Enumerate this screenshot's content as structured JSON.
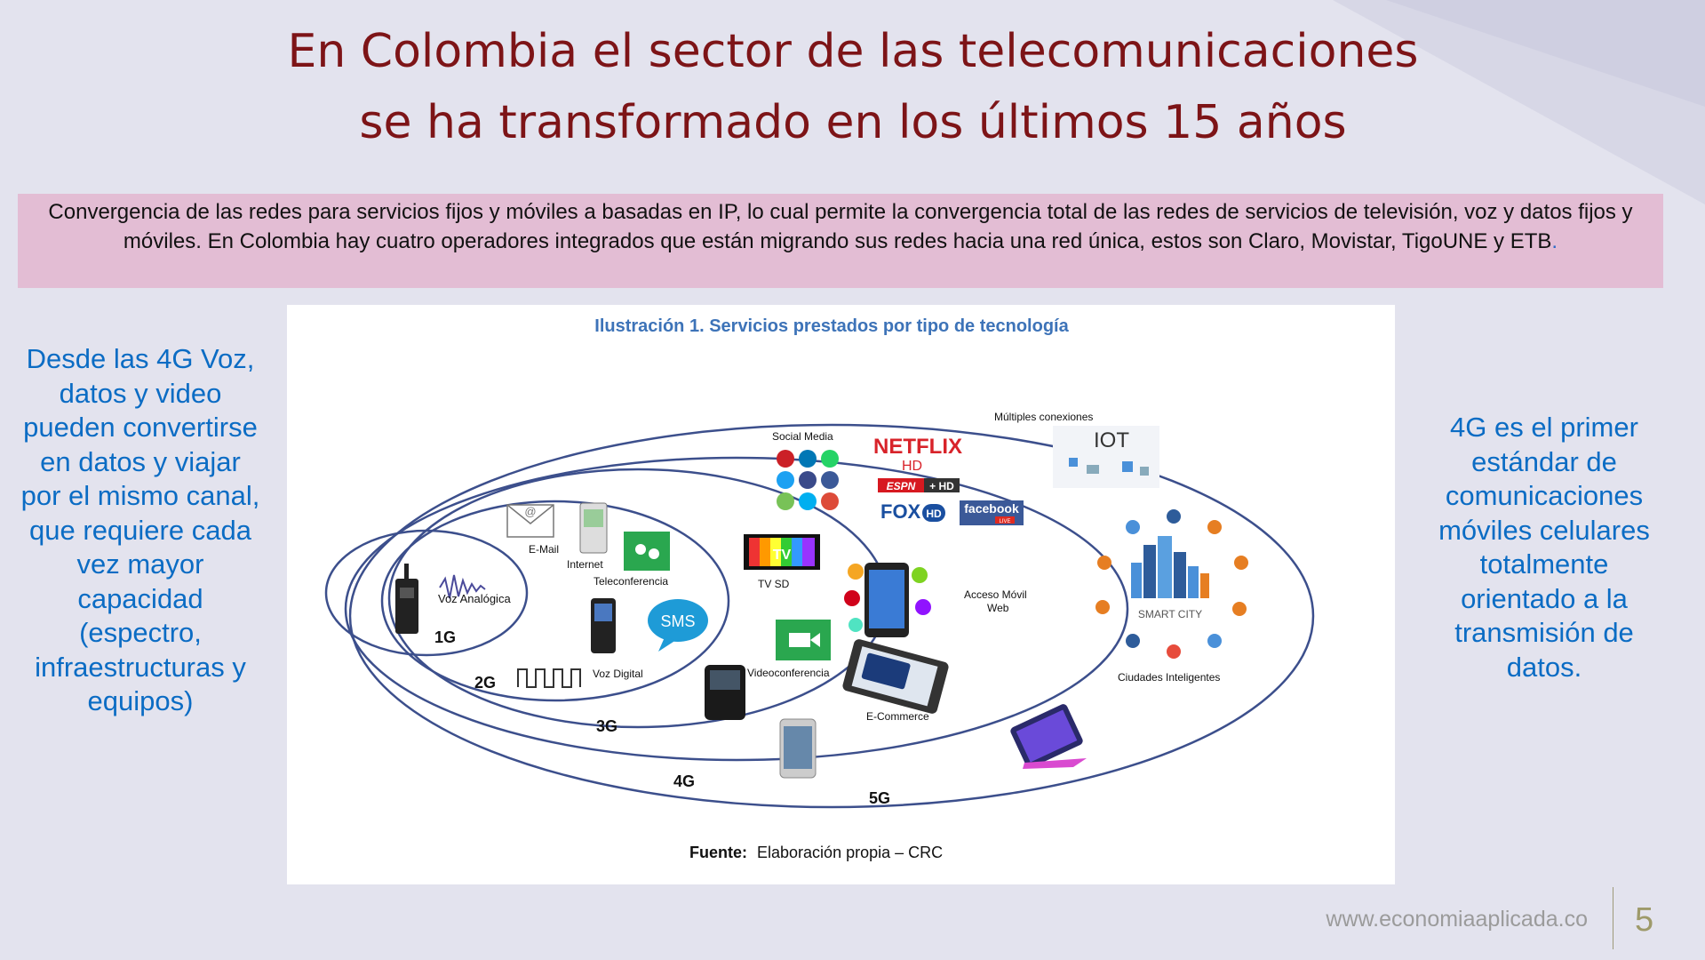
{
  "slide": {
    "title_line1": "En Colombia el sector de las telecomunicaciones",
    "title_line2": "se ha transformado en los últimos 15 años",
    "banner_text": "Convergencia de las redes para servicios fijos y móviles a basadas en IP, lo cual permite la convergencia total de las redes de servicios de televisión, voz y datos fijos y móviles. En Colombia hay cuatro operadores integrados que están migrando sus redes hacia una red única, estos son Claro, Movistar, TigoUNE y ETB",
    "banner_dot": ".",
    "left_text": "Desde las 4G Voz, datos y video pueden convertirse en datos y viajar por el mismo canal, que requiere cada vez mayor capacidad (espectro, infraestructuras y equipos)",
    "right_text": "4G es el primer estándar de comunicaciones móviles celulares totalmente orientado a la transmisión de datos.",
    "footer_url": "www.economiaaplicada.co",
    "page_number": "5"
  },
  "figure": {
    "caption": "Ilustración 1. Servicios prestados por tipo de tecnología",
    "source_bold": "Fuente:",
    "source_text": "Elaboración propia – CRC",
    "generations": {
      "g1": "1G",
      "g2": "2G",
      "g3": "3G",
      "g4": "4G",
      "g5": "5G"
    },
    "services": {
      "voz_analogica": "Voz Analógica",
      "email": "E-Mail",
      "internet": "Internet",
      "teleconferencia": "Teleconferencia",
      "voz_digital": "Voz Digital",
      "sms": "SMS",
      "social_media": "Social Media",
      "tv_sd": "TV SD",
      "tv": "TV",
      "videoconferencia": "Videoconferencia",
      "acceso_movil_1": "Acceso Móvil",
      "acceso_movil_2": "Web",
      "ecommerce": "E-Commerce",
      "multiples": "Múltiples conexiones",
      "iot": "IOT",
      "smart_city": "SMART CITY",
      "ciudades": "Ciudades Inteligentes"
    },
    "logos": {
      "netflix": "NETFLIX",
      "netflix_hd": "HD",
      "espn": "ESPN",
      "espn_hd": "+ HD",
      "fox": "FOX",
      "fox_hd": "HD",
      "facebook": "facebook",
      "facebook_live": "LIVE"
    },
    "colors": {
      "ring": "#3c4f8c",
      "caption": "#3d73b8",
      "netflix": "#d8232a",
      "fox": "#1a4fa0",
      "facebook": "#3b5998",
      "espn": "#d71920"
    }
  }
}
